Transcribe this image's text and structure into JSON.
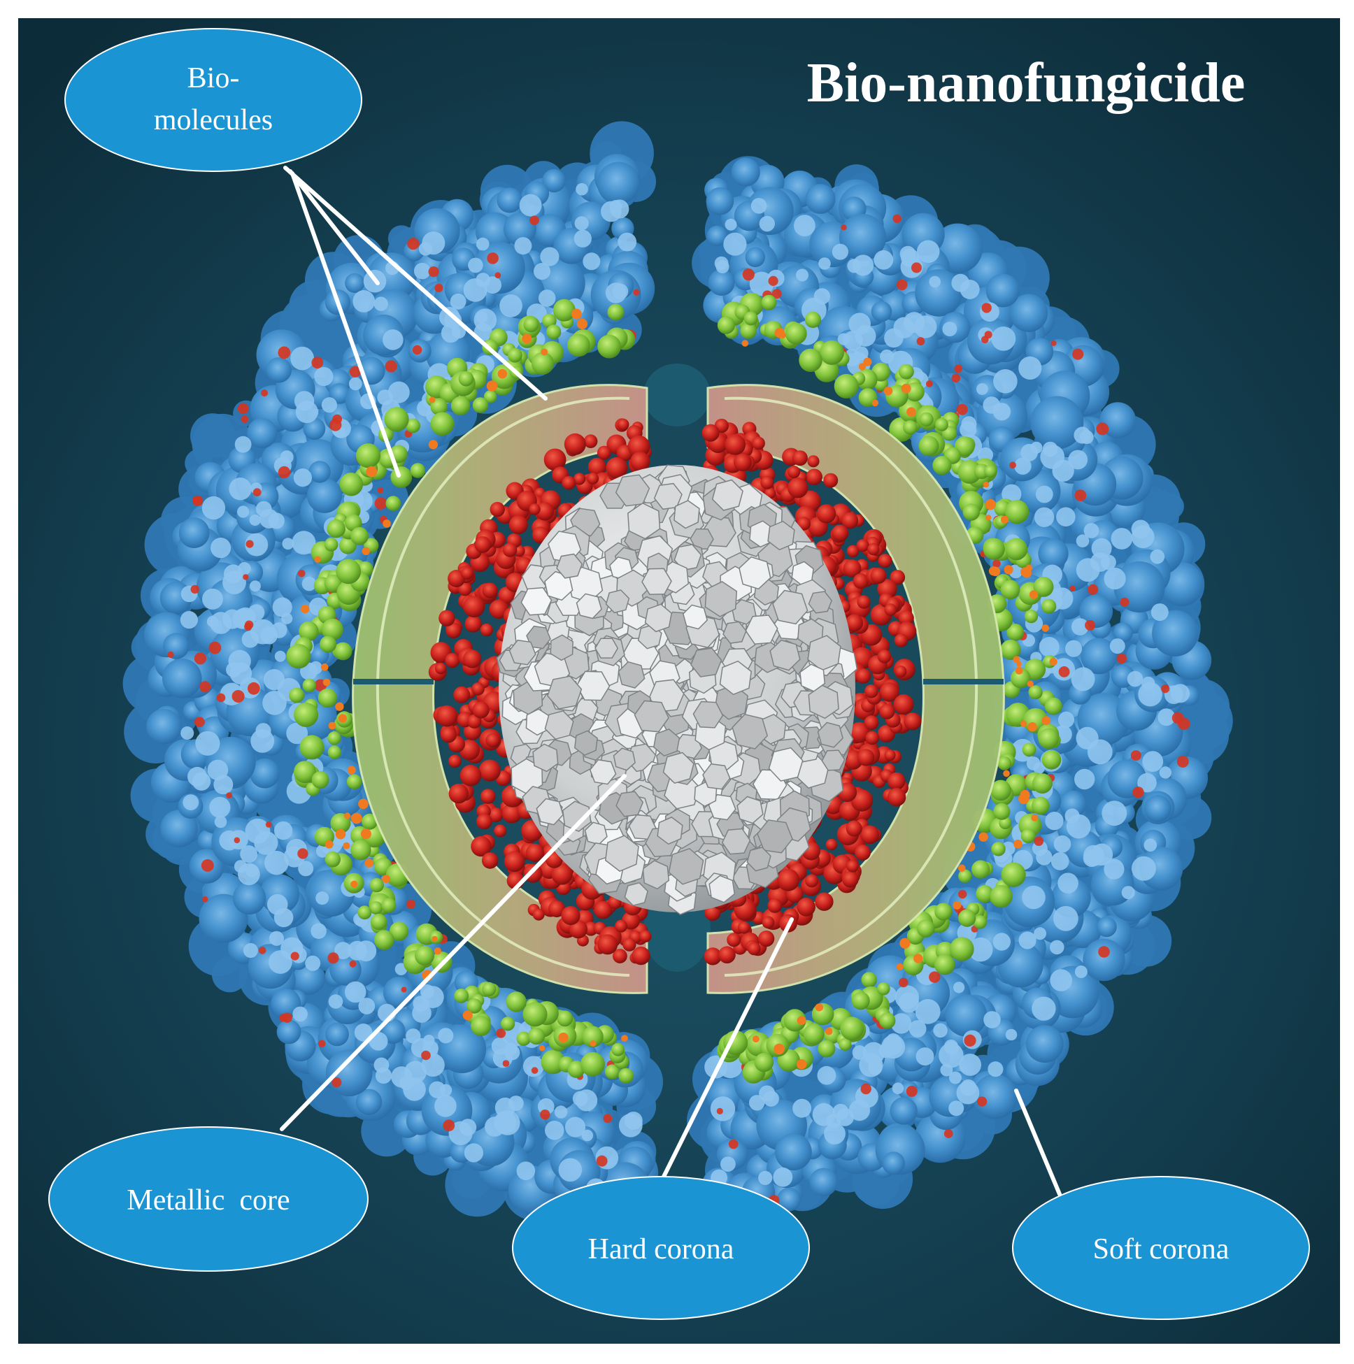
{
  "figure": {
    "title": "Bio-nanofungicide",
    "labels": {
      "biomolecules_line1": "Bio-",
      "biomolecules_line2": "molecules",
      "metallic_core": "Metallic  core",
      "hard_corona": "Hard corona",
      "soft_corona": "Soft corona"
    },
    "colors": {
      "background": "#123846",
      "label_bubble": "#1a94d2",
      "soft_corona": "#3f8fcc",
      "biomolecules": "#7fc23a",
      "hard_corona_shell": "#c7a08f",
      "red_particles": "#c8201c",
      "metallic_core": "#d7d9da",
      "leader_lines": "#ffffff"
    }
  }
}
